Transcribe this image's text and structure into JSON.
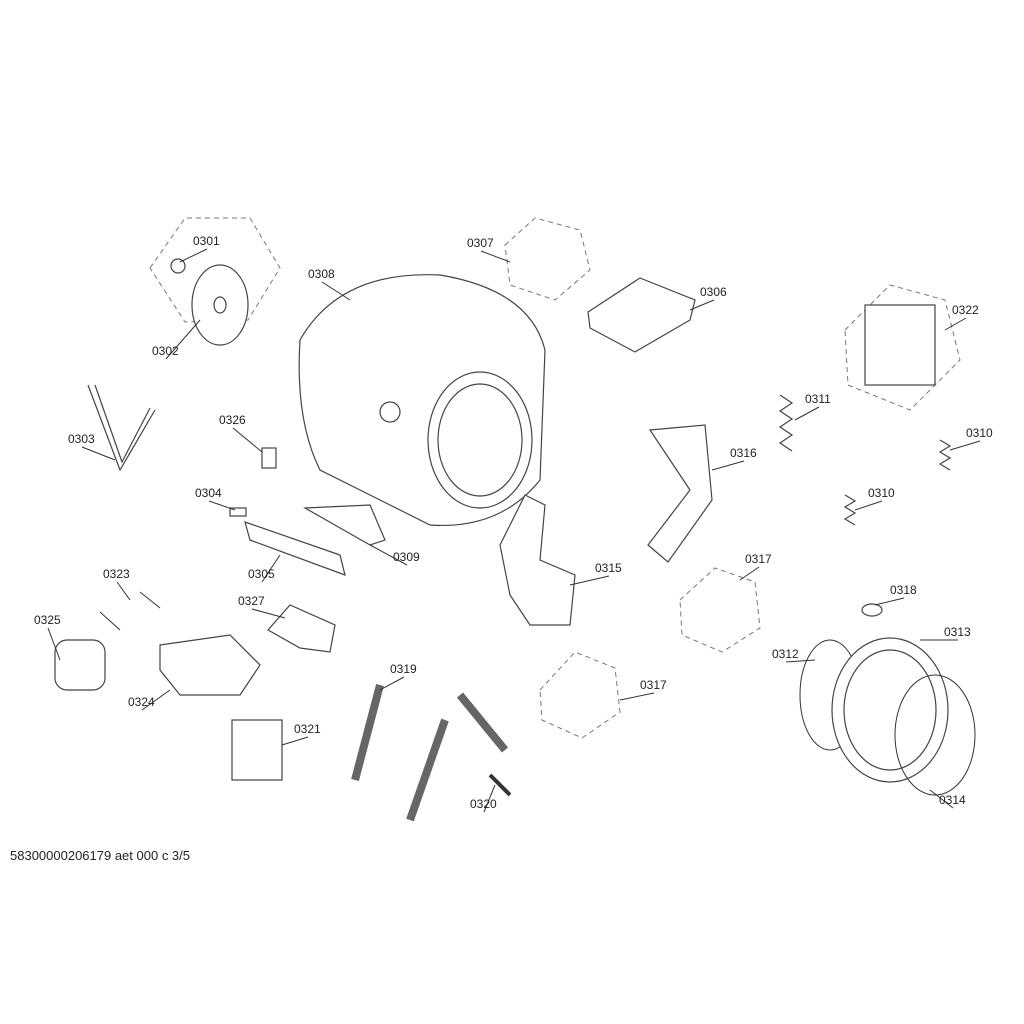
{
  "diagram": {
    "caption": "58300000206179 aet 000 c 3/5",
    "labels": [
      "0301",
      "0302",
      "0303",
      "0308",
      "0307",
      "0306",
      "0322",
      "0311",
      "0310",
      "0310",
      "0326",
      "0316",
      "0304",
      "0309",
      "0305",
      "0315",
      "0317",
      "0323",
      "0318",
      "0327",
      "0325",
      "0313",
      "0312",
      "0319",
      "0317",
      "0324",
      "0321",
      "0320",
      "0314"
    ]
  }
}
